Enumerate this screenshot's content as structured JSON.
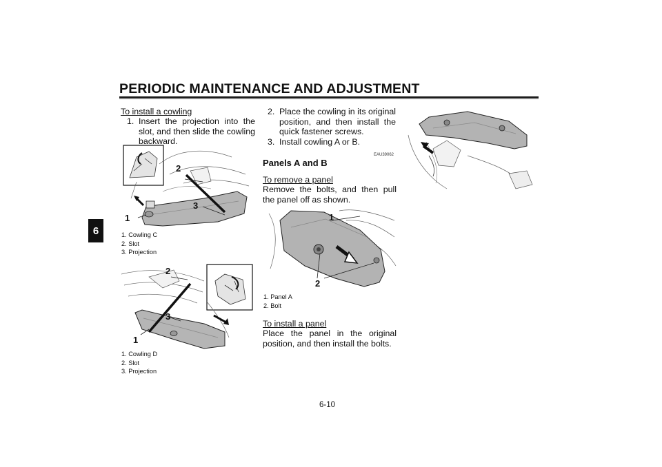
{
  "header": {
    "title": "PERIODIC MAINTENANCE AND ADJUSTMENT"
  },
  "chapter_tab": "6",
  "col1": {
    "subheading": "To install a cowling",
    "step1": {
      "num": "1.",
      "text": "Insert the projection into the slot, and then slide the cowling backward."
    },
    "figure1": {
      "callouts": [
        "1",
        "2",
        "3"
      ],
      "legend": [
        "1.  Cowling C",
        "2.  Slot",
        "3.  Projection"
      ]
    },
    "figure2": {
      "callouts": [
        "1",
        "2",
        "3"
      ],
      "legend": [
        "1.  Cowling D",
        "2.  Slot",
        "3.  Projection"
      ]
    }
  },
  "col2": {
    "step2": {
      "num": "2.",
      "text": "Place the cowling in its original position, and then install the quick fastener screws."
    },
    "step3": {
      "num": "3.",
      "text": "Install cowling A or B."
    },
    "ref_code": "EAU39062",
    "heading": "Panels A and B",
    "remove_subheading": "To remove a panel",
    "remove_text": "Remove the bolts, and then pull the panel off as shown.",
    "figure3": {
      "callouts": [
        "1",
        "2"
      ],
      "legend": [
        "1.  Panel A",
        "2.  Bolt"
      ]
    },
    "install_subheading": "To install a panel",
    "install_text": "Place the panel in the original position, and then install the bolts."
  },
  "page_number": "6-10"
}
